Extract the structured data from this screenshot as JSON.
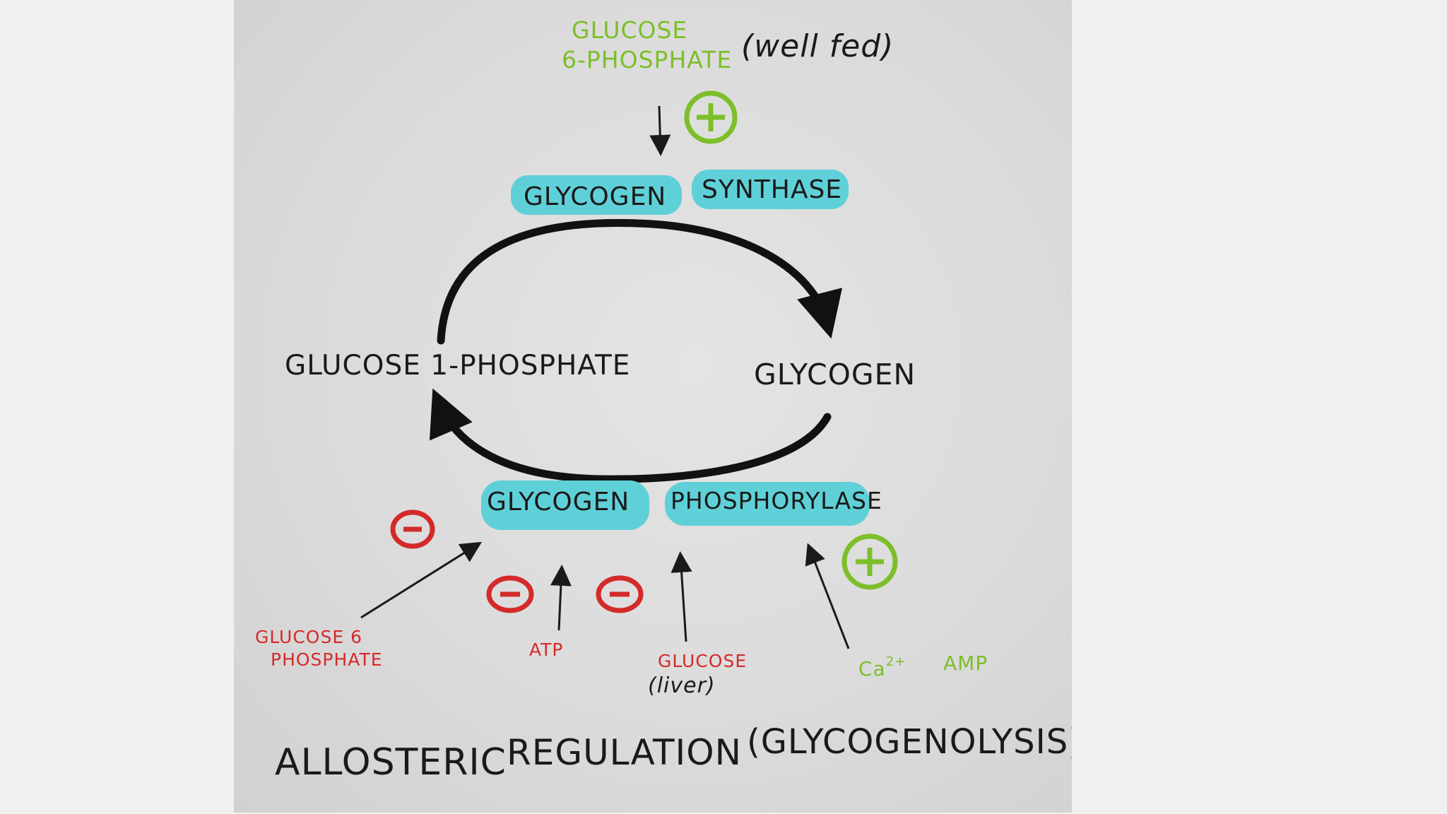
{
  "top_regulator": {
    "line1": "GLUCOSE",
    "line2": "6-PHOSPHATE",
    "note": "(well fed)",
    "sign": "+"
  },
  "synthase_enzyme": {
    "word1": "GLYCOGEN",
    "word2": "SYNTHASE"
  },
  "left_node": "GLUCOSE 1-PHOSPHATE",
  "right_node": "GLYCOGEN",
  "phosphorylase_enzyme": {
    "word1": "GLYCOGEN",
    "word2": "PHOSPHORYLASE"
  },
  "inhibitors": {
    "g6p_line1": "GLUCOSE 6",
    "g6p_line2": "PHOSPHATE",
    "atp": "ATP",
    "glucose": "GLUCOSE",
    "glucose_note": "(liver)",
    "sign": "−"
  },
  "activators": {
    "ca_base": "Ca",
    "ca_charge": "2+",
    "amp": "AMP",
    "sign": "+"
  },
  "title": {
    "word1": "ALLOSTERIC",
    "word2": "REGULATION",
    "word3": "(GLYCOGENOLYSIS)"
  },
  "colors": {
    "highlight": "#5fd0d8",
    "activator": "#7cbf2a",
    "inhibitor": "#d42a2a",
    "ink": "#1a1a1a"
  }
}
